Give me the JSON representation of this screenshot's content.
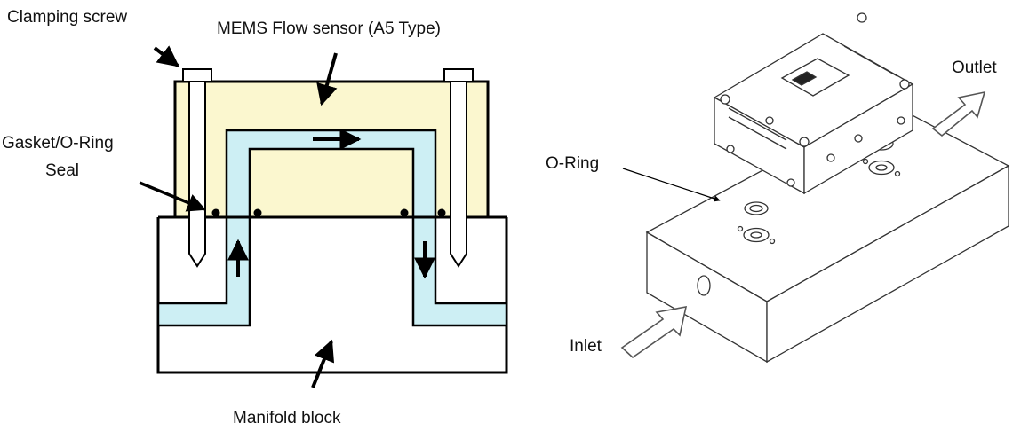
{
  "left_diagram": {
    "labels": {
      "clamping_screw": "Clamping screw",
      "sensor": "MEMS Flow sensor (A5 Type)",
      "gasket_line1": "Gasket/O-Ring",
      "gasket_line2": "Seal",
      "manifold": "Manifold block"
    }
  },
  "right_diagram": {
    "labels": {
      "outlet": "Outlet",
      "o_ring": "O-Ring",
      "inlet": "Inlet"
    }
  },
  "colors": {
    "sensor_body": "#fbf7cf",
    "flow_channel": "#cdeff4",
    "outline": "#000000",
    "arrow_fill": "#ffffff"
  }
}
